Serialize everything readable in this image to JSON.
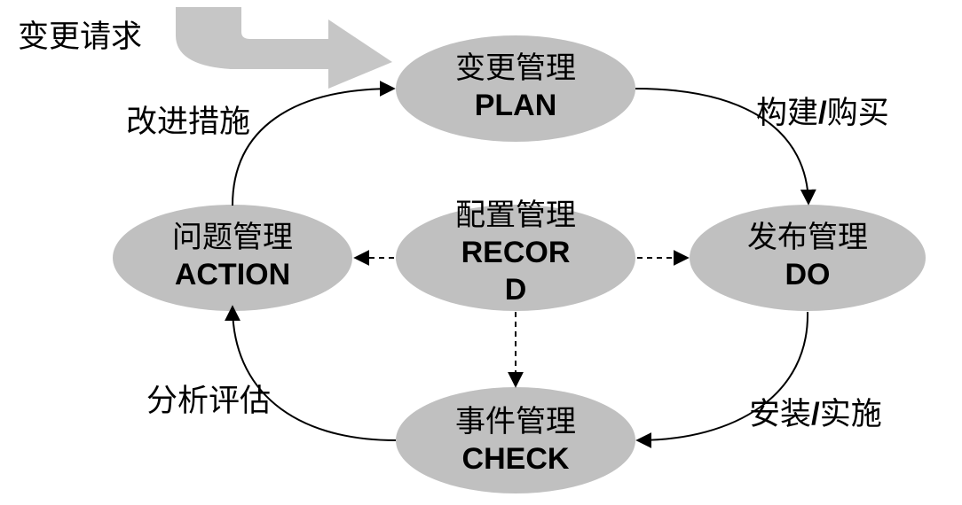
{
  "colors": {
    "ellipse_fill": "#c0c0c0",
    "input_arrow_fill": "#c6c6c6",
    "line": "#000000",
    "background": "#ffffff"
  },
  "input": {
    "label": "变更请求"
  },
  "nodes": {
    "plan": {
      "zh": "变更管理",
      "en": "PLAN"
    },
    "do": {
      "zh": "发布管理",
      "en": "DO"
    },
    "check": {
      "zh": "事件管理",
      "en": "CHECK"
    },
    "action": {
      "zh": "问题管理",
      "en": "ACTION"
    },
    "record": {
      "zh": "配置管理",
      "en_line1": "RECOR",
      "en_line2": "D"
    }
  },
  "edges": {
    "plan_to_do": {
      "zh": "构建",
      "sep": "/",
      "zh2": "购买"
    },
    "do_to_check": {
      "zh": "安装",
      "sep": "/",
      "zh2": "实施"
    },
    "check_to_action": {
      "label": "分析评估"
    },
    "action_to_plan": {
      "label": "改进措施"
    }
  }
}
